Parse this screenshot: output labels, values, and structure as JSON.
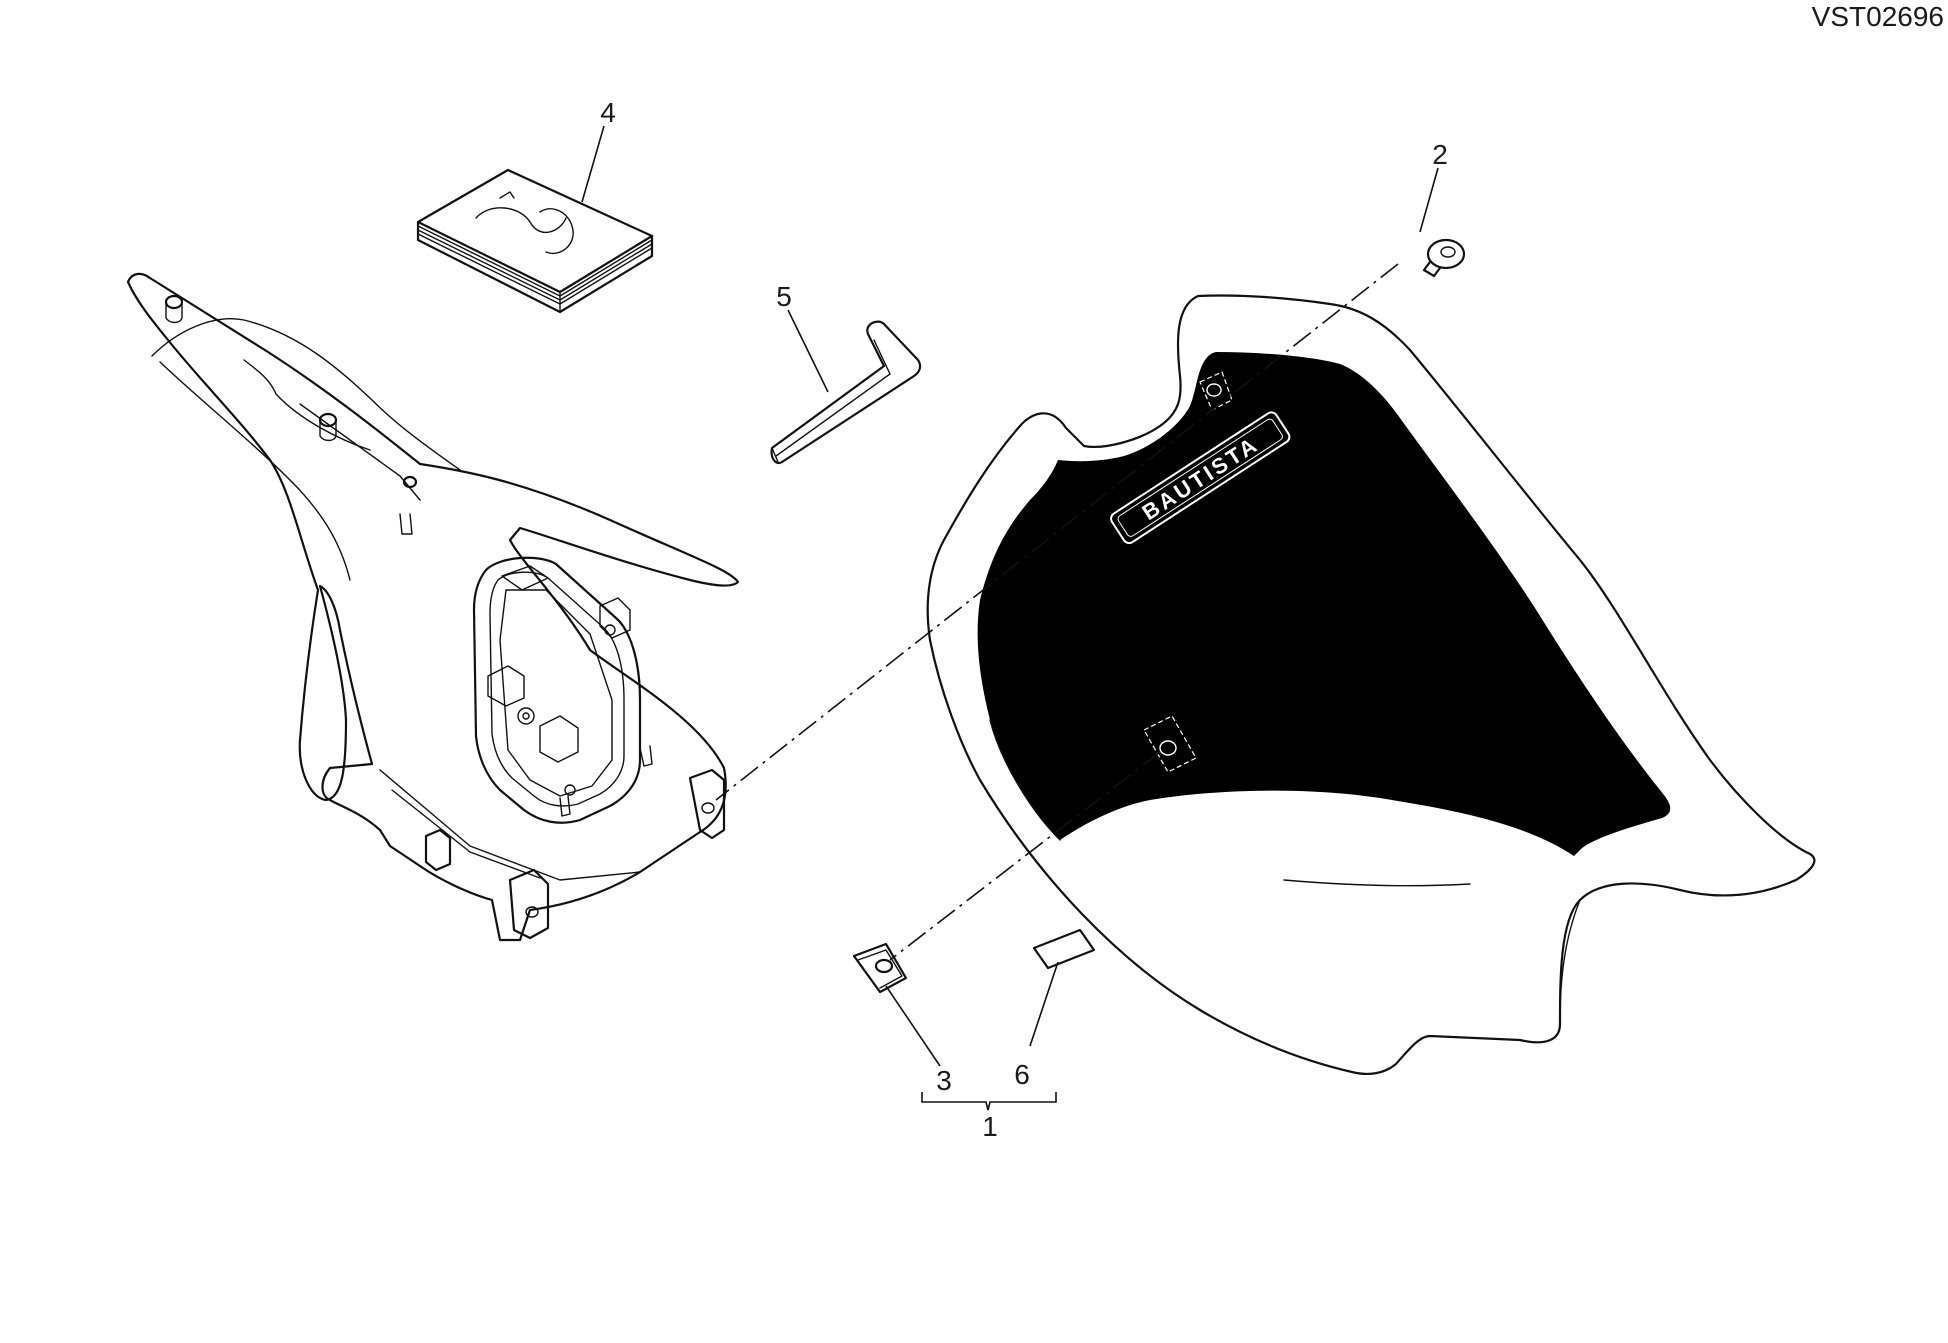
{
  "diagram": {
    "code": "VST02696",
    "callouts": {
      "p1": "1",
      "p2": "2",
      "p3": "3",
      "p4": "4",
      "p5": "5",
      "p6": "6"
    },
    "seat_logo": "BAUTISTA",
    "colors": {
      "seat_body": "#57585a",
      "seat_top": "#000000",
      "line": "#111111",
      "background": "#ffffff"
    }
  }
}
